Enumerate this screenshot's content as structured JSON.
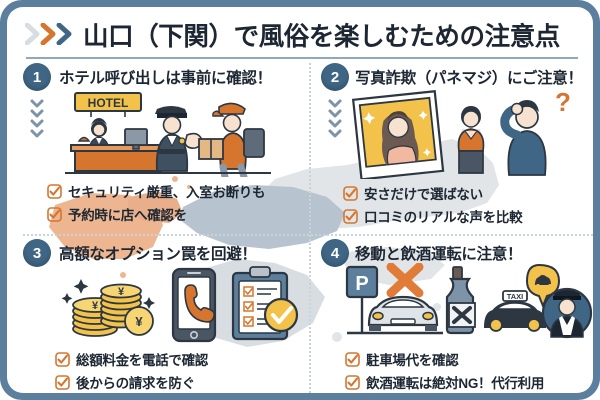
{
  "header": {
    "title": "山口（下関）で風俗を楽しむための注意点",
    "chevron_colors": [
      "#d8dde1",
      "#d6762e",
      "#3f6685"
    ]
  },
  "theme": {
    "frame_border": "#5b7f9c",
    "badge_bg": "#3f6685",
    "accent_orange": "#d6762e",
    "text_dark": "#1d2733",
    "map_base": "#c9d0d6",
    "map_highlight": "#e07b38",
    "map_mid": "#7d93a8",
    "divider": "#c9d3db"
  },
  "sections": [
    {
      "number": "1",
      "title": "ホテル呼び出しは事前に確認！",
      "art_name": "hotel-reception-scene",
      "art_label": "HOTEL",
      "bullets": [
        "セキュリティ厳重、入室お断りも",
        "予約時に店へ確認を"
      ]
    },
    {
      "number": "2",
      "title": "写真詐欺（パネマジ）にご注意！",
      "art_name": "photo-fraud-scene",
      "bullets": [
        "安さだけで選ばない",
        "口コミのリアルな声を比較"
      ]
    },
    {
      "number": "3",
      "title": "高額なオプション罠を回避！",
      "art_name": "coins-phone-checklist-scene",
      "bullets": [
        "総額料金を電話で確認",
        "後からの請求を防ぐ"
      ]
    },
    {
      "number": "4",
      "title": "移動と飲酒運転に注意！",
      "art_name": "parking-drink-taxi-scene",
      "art_label_parking": "P",
      "art_label_taxi": "TAXI",
      "bullets": [
        "駐車場代を確認",
        "飲酒運転は絶対NG！代行利用"
      ]
    }
  ]
}
